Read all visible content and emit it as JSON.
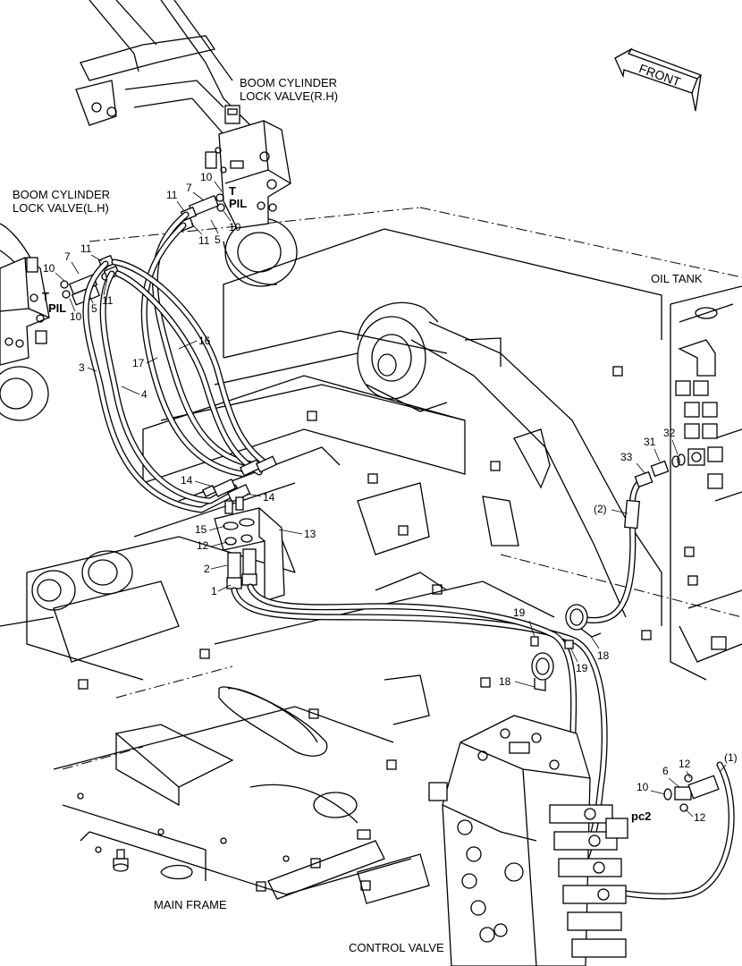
{
  "labels": {
    "boom_rh_line1": "BOOM CYLINDER",
    "boom_rh_line2": "LOCK VALVE(R.H)",
    "boom_lh_line1": "BOOM CYLINDER",
    "boom_lh_line2": "LOCK VALVE(L.H)",
    "oil_tank": "OIL TANK",
    "main_frame": "MAIN FRAME",
    "control_valve": "CONTROL VALVE",
    "front": "FRONT"
  },
  "ports": {
    "t_rh": "T",
    "pil_rh": "PIL",
    "t_lh": "T",
    "pil_lh": "PIL",
    "pc2": "pc2"
  },
  "callouts": {
    "c1": "1",
    "c2": "2",
    "c3": "3",
    "c4": "4",
    "c5a": "5",
    "c5b": "5",
    "c6": "6",
    "c7a": "7",
    "c7b": "7",
    "c10a": "10",
    "c10b": "10",
    "c10c": "10",
    "c10d": "10",
    "c10e": "10",
    "c11a": "11",
    "c11b": "11",
    "c11c": "11",
    "c11d": "11",
    "c12a": "12",
    "c12b": "12",
    "c12c": "12",
    "c13": "13",
    "c14a": "14",
    "c14b": "14",
    "c15": "15",
    "c16": "16",
    "c17": "17",
    "c18a": "18",
    "c18b": "18",
    "c19a": "19",
    "c19b": "19",
    "c31": "31",
    "c32": "32",
    "c33": "33",
    "p1": "(1)",
    "p2": "(2)"
  },
  "icons": {
    "front_arrow": "front-arrow-icon"
  }
}
